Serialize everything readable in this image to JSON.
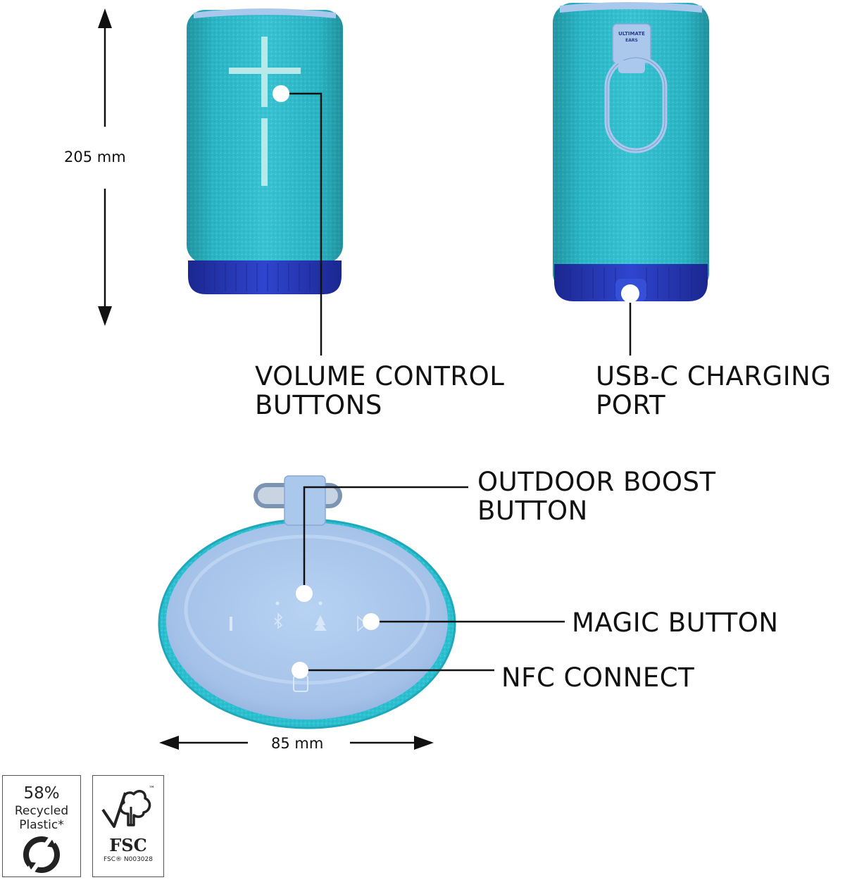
{
  "dimensions": {
    "height": "205 mm",
    "width": "85 mm"
  },
  "callouts": {
    "volume": {
      "line1": "VOLUME CONTROL",
      "line2": "BUTTONS"
    },
    "usb": {
      "line1": "USB-C CHARGING",
      "line2": "PORT"
    },
    "outdoor": {
      "line1": "OUTDOOR BOOST",
      "line2": "BUTTON"
    },
    "magic": {
      "line1": "MAGIC BUTTON"
    },
    "nfc": {
      "line1": "NFC CONNECT"
    }
  },
  "speaker_brand": {
    "line1": "ULTIMATE",
    "line2": "EARS"
  },
  "badges": {
    "recycled": {
      "percent": "58%",
      "line1": "Recycled",
      "line2": "Plastic*"
    },
    "fsc": {
      "logo_text": "FSC",
      "code": "FSC® N003028",
      "tm": "™"
    }
  },
  "colors": {
    "fabric": "#2cbfcf",
    "fabric_dark": "#1fa8bb",
    "base": "#2b3ec4",
    "base_dark": "#1f2f9e",
    "accent_light": "#a9c8ec",
    "icon_ink": "#b8e8e8"
  }
}
